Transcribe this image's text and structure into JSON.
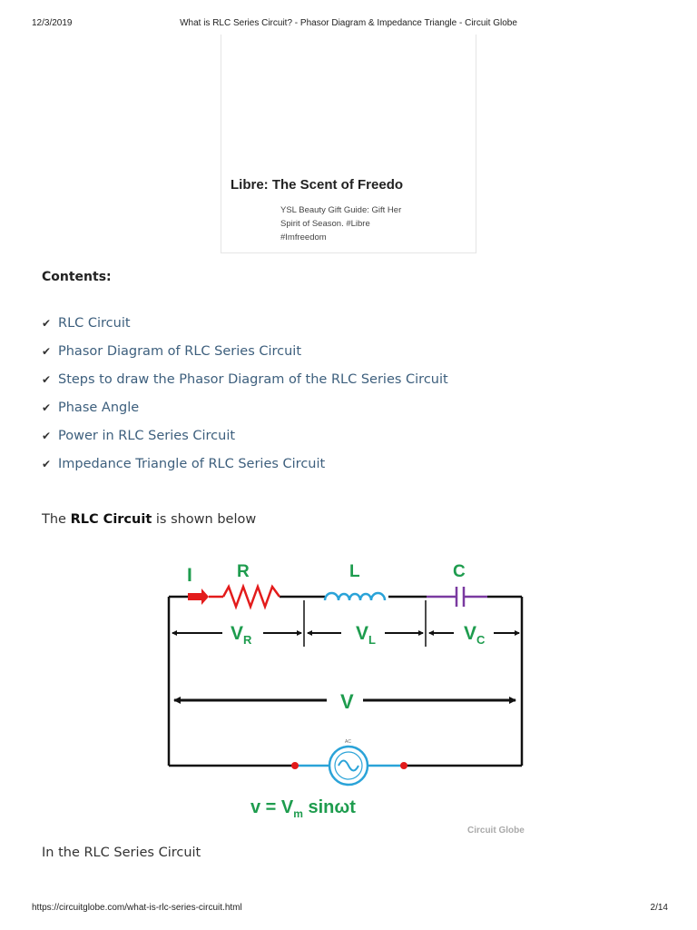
{
  "header": {
    "date": "12/3/2019",
    "title": "What is RLC Series Circuit? - Phasor Diagram & Impedance Triangle - Circuit Globe"
  },
  "ad": {
    "title": "Libre: The Scent of Freedo",
    "desc_lines": [
      "YSL Beauty Gift Guide: Gift Her",
      "Spirit of Season. #Libre",
      "#Imfreedom"
    ]
  },
  "contents": {
    "heading": "Contents:",
    "items": [
      {
        "label": "RLC Circuit"
      },
      {
        "label": "Phasor Diagram of RLC Series Circuit"
      },
      {
        "label": "Steps to draw the Phasor Diagram of the RLC Series Circuit"
      },
      {
        "label": "Phase Angle"
      },
      {
        "label": "Power in RLC Series Circuit"
      },
      {
        "label": "Impedance Triangle of RLC Series Circuit"
      }
    ]
  },
  "intro": {
    "before": "The ",
    "bold": "RLC Circuit",
    "after": " is shown below"
  },
  "figure": {
    "labels": {
      "I": "I",
      "R": "R",
      "L": "L",
      "C": "C",
      "V": "V",
      "source_tag": "AC"
    },
    "vr": {
      "main": "V",
      "sub": "R"
    },
    "vl": {
      "main": "V",
      "sub": "L"
    },
    "vc": {
      "main": "V",
      "sub": "C"
    },
    "equation": {
      "left": "v = V",
      "sub": "m",
      "right": " sinωt"
    },
    "watermark": "Circuit Globe",
    "colors": {
      "label_green": "#1e9c4e",
      "current_red": "#e31b1b",
      "resistor_red": "#e31b1b",
      "inductor_blue": "#2aa3d8",
      "capacitor_purple": "#7a3aa0",
      "source_blue": "#2aa3d8"
    }
  },
  "para2": "In the RLC Series Circuit",
  "footer": {
    "url": "https://circuitglobe.com/what-is-rlc-series-circuit.html",
    "page": "2/14"
  }
}
